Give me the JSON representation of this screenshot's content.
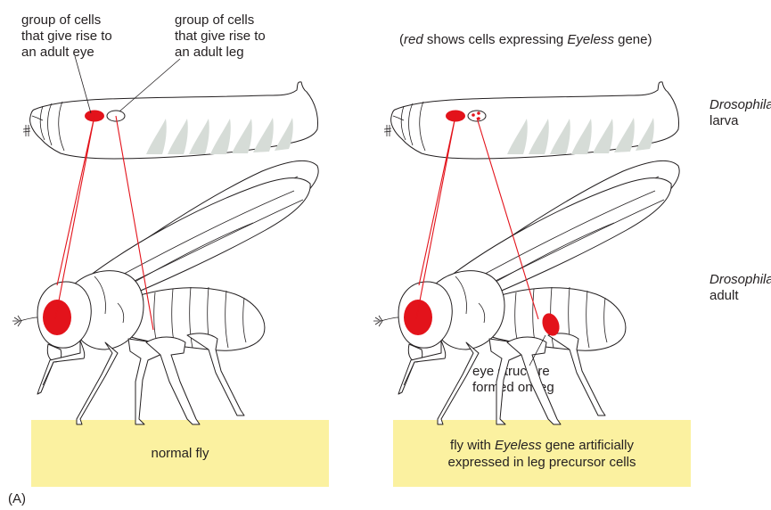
{
  "left_panel": {
    "eye_cells_label": [
      "group of cells",
      "that give rise to",
      "an adult eye"
    ],
    "leg_cells_label": [
      "group of cells",
      "that give rise to",
      "an adult leg"
    ],
    "caption": "normal fly"
  },
  "right_panel": {
    "legend_prefix": "(",
    "legend_red": "red",
    "legend_middle": " shows cells expressing ",
    "legend_gene": "Eyeless",
    "legend_suffix": " gene)",
    "larva_name": "Drosophila",
    "larva_stage": "larva",
    "adult_name": "Drosophila",
    "adult_stage": "adult",
    "eye_on_leg_label": [
      "eye structure",
      "formed on leg"
    ],
    "caption_line1_pre": "fly with ",
    "caption_gene": "Eyeless",
    "caption_line1_post": " gene artificially",
    "caption_line2": "expressed in leg precursor cells"
  },
  "panel_letter": "(A)",
  "colors": {
    "expression_red": "#e3131b",
    "caption_box": "#fbf1a0",
    "denticle_gray": "#d6dcd7"
  }
}
